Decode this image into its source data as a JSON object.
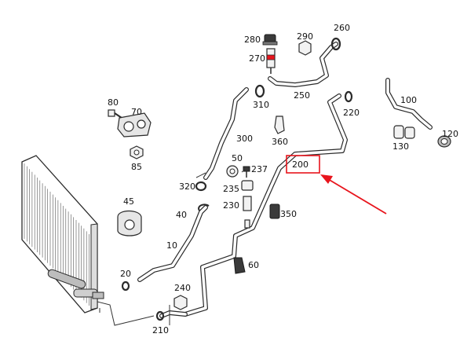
{
  "colors": {
    "highlight": "#e8141c",
    "line": "#2a2a2a",
    "background": "#ffffff"
  },
  "callouts": {
    "p10": "10",
    "p20": "20",
    "p40": "40",
    "p45": "45",
    "p50": "50",
    "p60": "60",
    "p70": "70",
    "p80": "80",
    "p85": "85",
    "p100": "100",
    "p120": "120",
    "p130": "130",
    "p200": "200",
    "p210": "210",
    "p220": "220",
    "p230": "230",
    "p235": "235",
    "p237": "237",
    "p240": "240",
    "p250": "250",
    "p260": "260",
    "p270": "270",
    "p280": "280",
    "p290": "290",
    "p300": "300",
    "p310": "310",
    "p320": "320",
    "p350": "350",
    "p360": "360"
  }
}
